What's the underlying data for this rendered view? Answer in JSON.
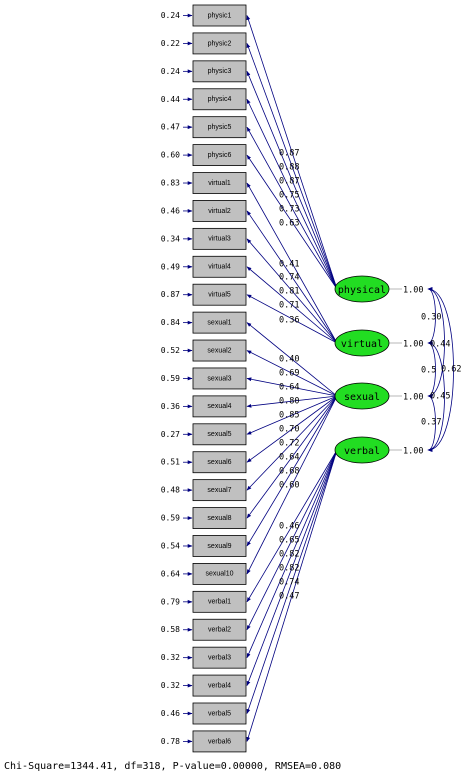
{
  "indicators": [
    {
      "label": "physic1",
      "error": "0.24"
    },
    {
      "label": "physic2",
      "error": "0.22"
    },
    {
      "label": "physic3",
      "error": "0.24"
    },
    {
      "label": "physic4",
      "error": "0.44"
    },
    {
      "label": "physic5",
      "error": "0.47"
    },
    {
      "label": "physic6",
      "error": "0.60"
    },
    {
      "label": "virtual1",
      "error": "0.83"
    },
    {
      "label": "virtual2",
      "error": "0.46"
    },
    {
      "label": "virtual3",
      "error": "0.34"
    },
    {
      "label": "virtual4",
      "error": "0.49"
    },
    {
      "label": "virtual5",
      "error": "0.87"
    },
    {
      "label": "sexual1",
      "error": "0.84"
    },
    {
      "label": "sexual2",
      "error": "0.52"
    },
    {
      "label": "sexual3",
      "error": "0.59"
    },
    {
      "label": "sexual4",
      "error": "0.36"
    },
    {
      "label": "sexual5",
      "error": "0.27"
    },
    {
      "label": "sexual6",
      "error": "0.51"
    },
    {
      "label": "sexual7",
      "error": "0.48"
    },
    {
      "label": "sexual8",
      "error": "0.59"
    },
    {
      "label": "sexual9",
      "error": "0.54"
    },
    {
      "label": "sexual10",
      "error": "0.64"
    },
    {
      "label": "verbal1",
      "error": "0.79"
    },
    {
      "label": "verbal2",
      "error": "0.58"
    },
    {
      "label": "verbal3",
      "error": "0.32"
    },
    {
      "label": "verbal4",
      "error": "0.32"
    },
    {
      "label": "verbal5",
      "error": "0.46"
    },
    {
      "label": "verbal6",
      "error": "0.78"
    }
  ],
  "latents": [
    {
      "name": "physical",
      "variance": "1.00",
      "first": 0,
      "count": 6,
      "loadings": [
        "0.87",
        "0.88",
        "0.87",
        "0.75",
        "0.73",
        "0.63"
      ]
    },
    {
      "name": "virtual",
      "variance": "1.00",
      "first": 6,
      "count": 5,
      "loadings": [
        "0.41",
        "0.74",
        "0.81",
        "0.71",
        "0.36"
      ]
    },
    {
      "name": "sexual",
      "variance": "1.00",
      "first": 11,
      "count": 10,
      "loadings": [
        "0.40",
        "0.69",
        "0.64",
        "0.80",
        "0.85",
        "0.70",
        "0.72",
        "0.64",
        "0.68",
        "0.60"
      ]
    },
    {
      "name": "verbal",
      "variance": "1.00",
      "first": 21,
      "count": 6,
      "loadings": [
        "0.46",
        "0.65",
        "0.82",
        "0.82",
        "0.74",
        "0.47"
      ]
    }
  ],
  "correlations": [
    {
      "from": 0,
      "to": 1,
      "value": "0.30"
    },
    {
      "from": 0,
      "to": 2,
      "value": "0.44"
    },
    {
      "from": 0,
      "to": 3,
      "value": "0.62"
    },
    {
      "from": 1,
      "to": 2,
      "value": "0.5"
    },
    {
      "from": 1,
      "to": 3,
      "value": "0.45"
    },
    {
      "from": 2,
      "to": 3,
      "value": "0.37"
    }
  ],
  "fit_statistics": "Chi-Square=1344.41, df=318, P-value=0.00000, RMSEA=0.080",
  "colors": {
    "latent_fill": "#22dd22",
    "indicator_fill": "#c0c0c0",
    "path": "#000080"
  }
}
